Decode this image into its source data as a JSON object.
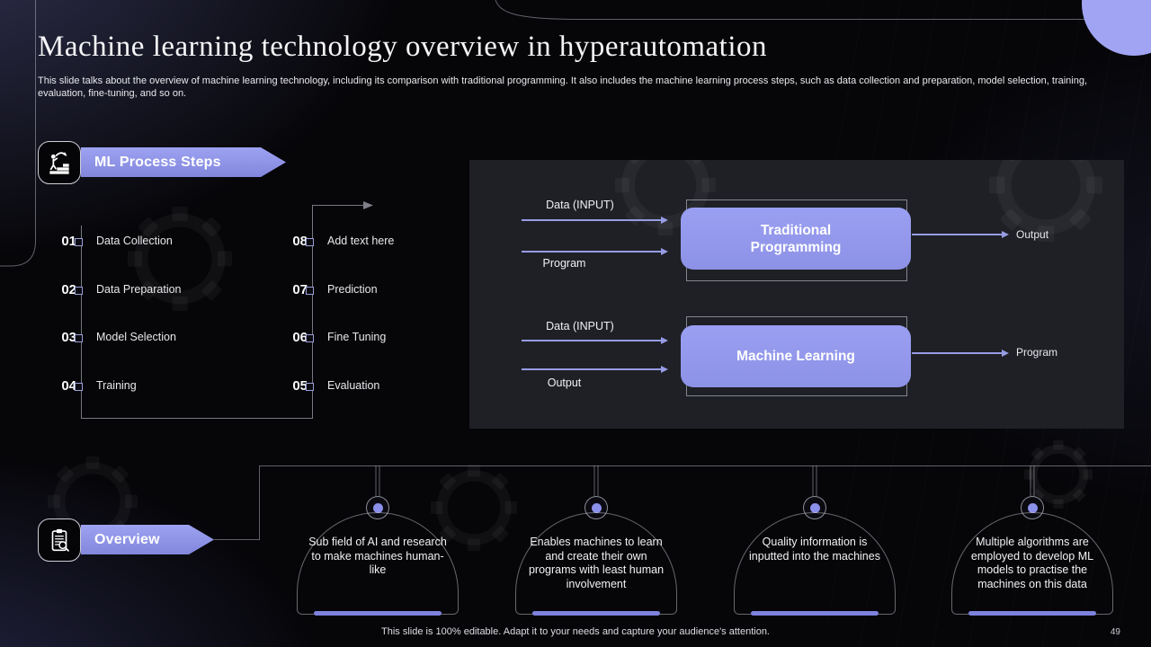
{
  "slide": {
    "title": "Machine learning technology overview in hyperautomation",
    "subtitle": "This slide talks about the overview of machine learning technology, including its comparison with traditional programming. It also includes the machine learning process steps, such as data collection and preparation, model selection, training, evaluation, fine-tuning, and so on.",
    "footer": "This slide is 100% editable. Adapt it to your needs and capture your audience's attention.",
    "page_number": "49"
  },
  "process": {
    "banner_label": "ML Process Steps",
    "left_items": [
      {
        "num": "01",
        "label": "Data Collection"
      },
      {
        "num": "02",
        "label": "Data Preparation"
      },
      {
        "num": "03",
        "label": "Model Selection"
      },
      {
        "num": "04",
        "label": "Training"
      }
    ],
    "right_items": [
      {
        "num": "08",
        "label": "Add text here"
      },
      {
        "num": "07",
        "label": "Prediction"
      },
      {
        "num": "06",
        "label": "Fine Tuning"
      },
      {
        "num": "05",
        "label": "Evaluation"
      }
    ]
  },
  "diagram": {
    "rows": [
      {
        "input1": "Data (INPUT)",
        "input2": "Program",
        "box_label": "Traditional Programming",
        "output_label": "Output"
      },
      {
        "input1": "Data (INPUT)",
        "input2": "Output",
        "box_label": "Machine Learning",
        "output_label": "Program"
      }
    ]
  },
  "overview": {
    "banner_label": "Overview",
    "cards": [
      {
        "text": "Sub field of AI and research to make machines human-like"
      },
      {
        "text": "Enables machines to learn and create their own programs with least human involvement"
      },
      {
        "text": "Quality information is inputted into the machines"
      },
      {
        "text": "Multiple algorithms are employed to develop ML models to practise the machines on this data"
      }
    ]
  },
  "icons": {
    "process_banner": "person-climbing-stairs-icon",
    "overview_banner": "clipboard-search-icon",
    "decoration": "gear-icon"
  },
  "colors": {
    "accent": "#8f94e9",
    "flow_box": "#9297ee",
    "card_bar": "#7d82dd",
    "node_dot": "#8b90ea",
    "panel": "#1e2026",
    "background": "#060609"
  }
}
